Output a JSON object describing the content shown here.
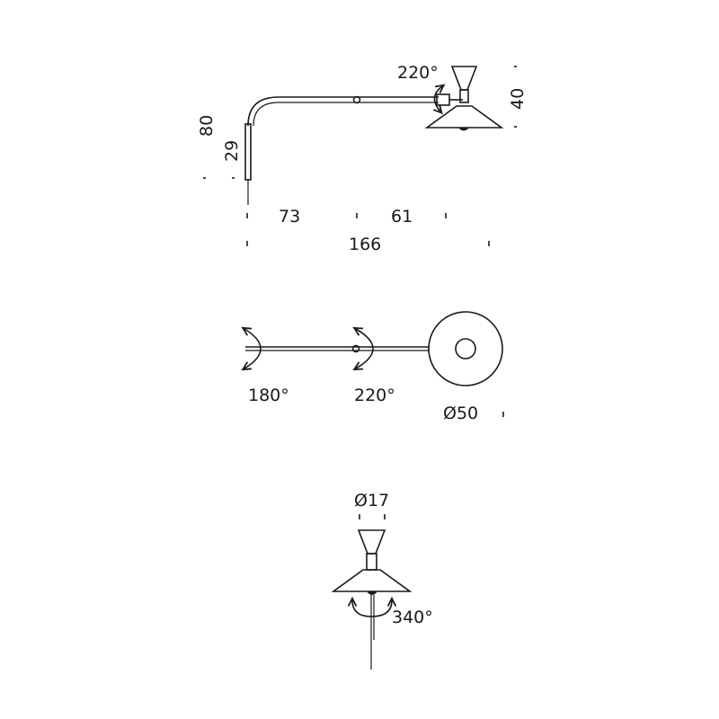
{
  "side_view": {
    "height_total": "80",
    "height_bracket": "29",
    "arm_segment_1": "73",
    "arm_segment_2": "61",
    "overall_length": "166",
    "rotation_head": "220°",
    "shade_height": "40"
  },
  "top_view": {
    "rotation_wall": "180°",
    "rotation_joint": "220°",
    "shade_diameter": "Ø50"
  },
  "front_view": {
    "cone_diameter": "Ø17",
    "rotation_shade": "340°"
  },
  "colors": {
    "line": "#1a1a1a",
    "background": "#ffffff"
  }
}
